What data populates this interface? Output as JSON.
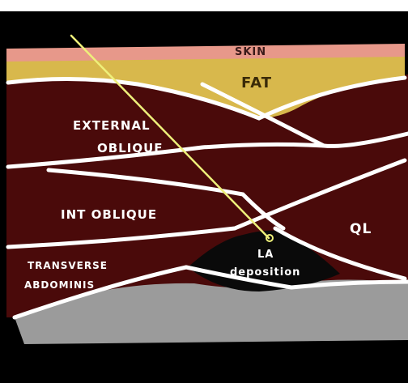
{
  "diagram": {
    "labels": {
      "skin": "SKIN",
      "fat": "FAT",
      "external_oblique_line1": "EXTERNAL",
      "external_oblique_line2": "OBLIQUE",
      "internal_oblique": "INT OBLIQUE",
      "transversus_line1": "TRANSVERSE",
      "transversus_line2": "ABDOMINIS",
      "quadratus_lumborum": "QL",
      "deposition_line1": "LA",
      "deposition_line2": "deposition"
    },
    "colors": {
      "skin": "#e7988a",
      "fat": "#d8b84c",
      "muscle": "#4a0a0a",
      "fascia": "#ffffff",
      "needle": "#eef07a",
      "deposition_pocket": "#0a0a0a",
      "deep_tissue": "#9b9b9b",
      "background": "#000000"
    }
  }
}
